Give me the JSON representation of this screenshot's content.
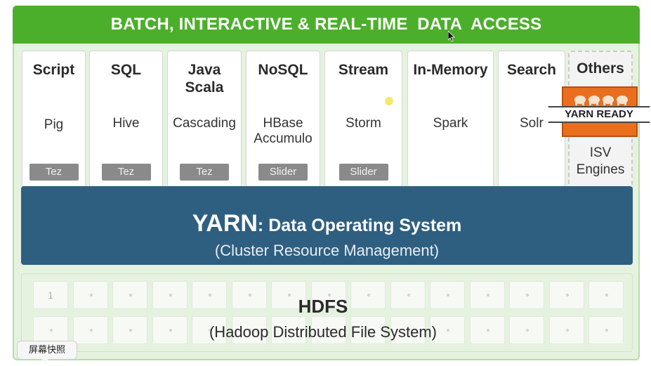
{
  "header": {
    "title": "BATCH, INTERACTIVE & REAL-TIME  DATA  ACCESS"
  },
  "engines": [
    {
      "category": "Script",
      "tool": "Pig",
      "badge": "Tez"
    },
    {
      "category": "SQL",
      "tool": "Hive",
      "badge": "Tez"
    },
    {
      "category": "Java\nScala",
      "tool": "Cascading",
      "badge": "Tez"
    },
    {
      "category": "NoSQL",
      "tool": "HBase\nAccumulo",
      "badge": "Slider"
    },
    {
      "category": "Stream",
      "tool": "Storm",
      "badge": "Slider"
    },
    {
      "category": "In-Memory",
      "tool": "Spark",
      "badge": ""
    },
    {
      "category": "Search",
      "tool": "Solr",
      "badge": ""
    }
  ],
  "others": {
    "category": "Others",
    "ribbon": "YARN READY",
    "tool": "ISV\nEngines"
  },
  "yarn": {
    "name": "YARN",
    "title_rest": ": Data Operating System",
    "subtitle": "(Cluster Resource Management)"
  },
  "hdfs": {
    "title": "HDFS",
    "subtitle": "(Hadoop Distributed File System)",
    "first_cell": "1"
  },
  "tooltip": {
    "text": "屏幕快照"
  },
  "colors": {
    "green": "#4caf2c",
    "yarn_blue": "#2f5f80",
    "badge_grey": "#8a8a8a",
    "orange": "#e96f1f"
  }
}
